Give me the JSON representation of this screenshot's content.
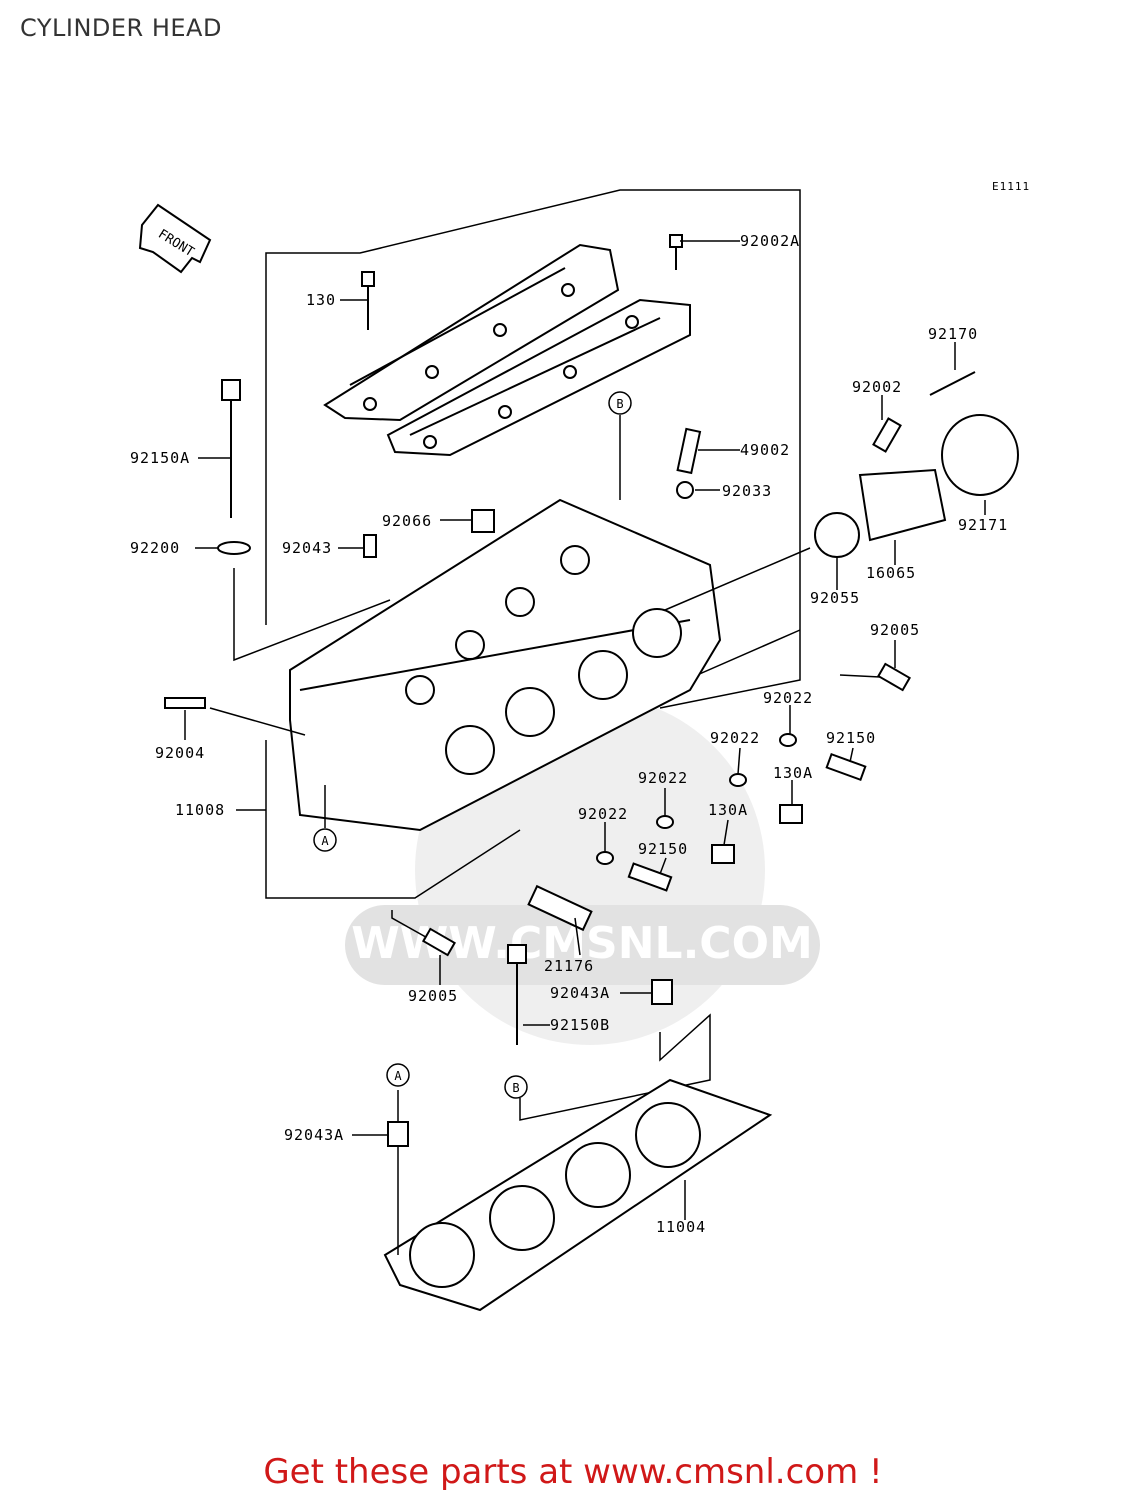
{
  "page": {
    "title": "CYLINDER HEAD",
    "diagram_code": "E1111",
    "front_label": "FRONT",
    "footer_cta": "Get these parts at www.cmsnl.com !",
    "watermark": "WWW.CMSNL.COM",
    "colors": {
      "footer": "#d01818",
      "watermark": "#e6e6e6",
      "line": "#000000"
    }
  },
  "parts": {
    "p92002A": "92002A",
    "p130": "130",
    "p92170": "92170",
    "p92002": "92002",
    "p92150A": "92150A",
    "p49002": "49002",
    "p92033": "92033",
    "p92066": "92066",
    "p92043": "92043",
    "p92171": "92171",
    "p92200": "92200",
    "p16065": "16065",
    "p92055": "92055",
    "p92005a": "92005",
    "p92022a": "92022",
    "p92004": "92004",
    "p92022b": "92022",
    "p92150a": "92150",
    "p130Aa": "130A",
    "p11008": "11008",
    "p92022c": "92022",
    "p130Ab": "130A",
    "p92022d": "92022",
    "p92150b": "92150",
    "p21176": "21176",
    "p92005b": "92005",
    "p92043Aa": "92043A",
    "p92150B": "92150B",
    "p92043Ab": "92043A",
    "p11004": "11004"
  },
  "refs": {
    "A": "A",
    "B": "B"
  }
}
